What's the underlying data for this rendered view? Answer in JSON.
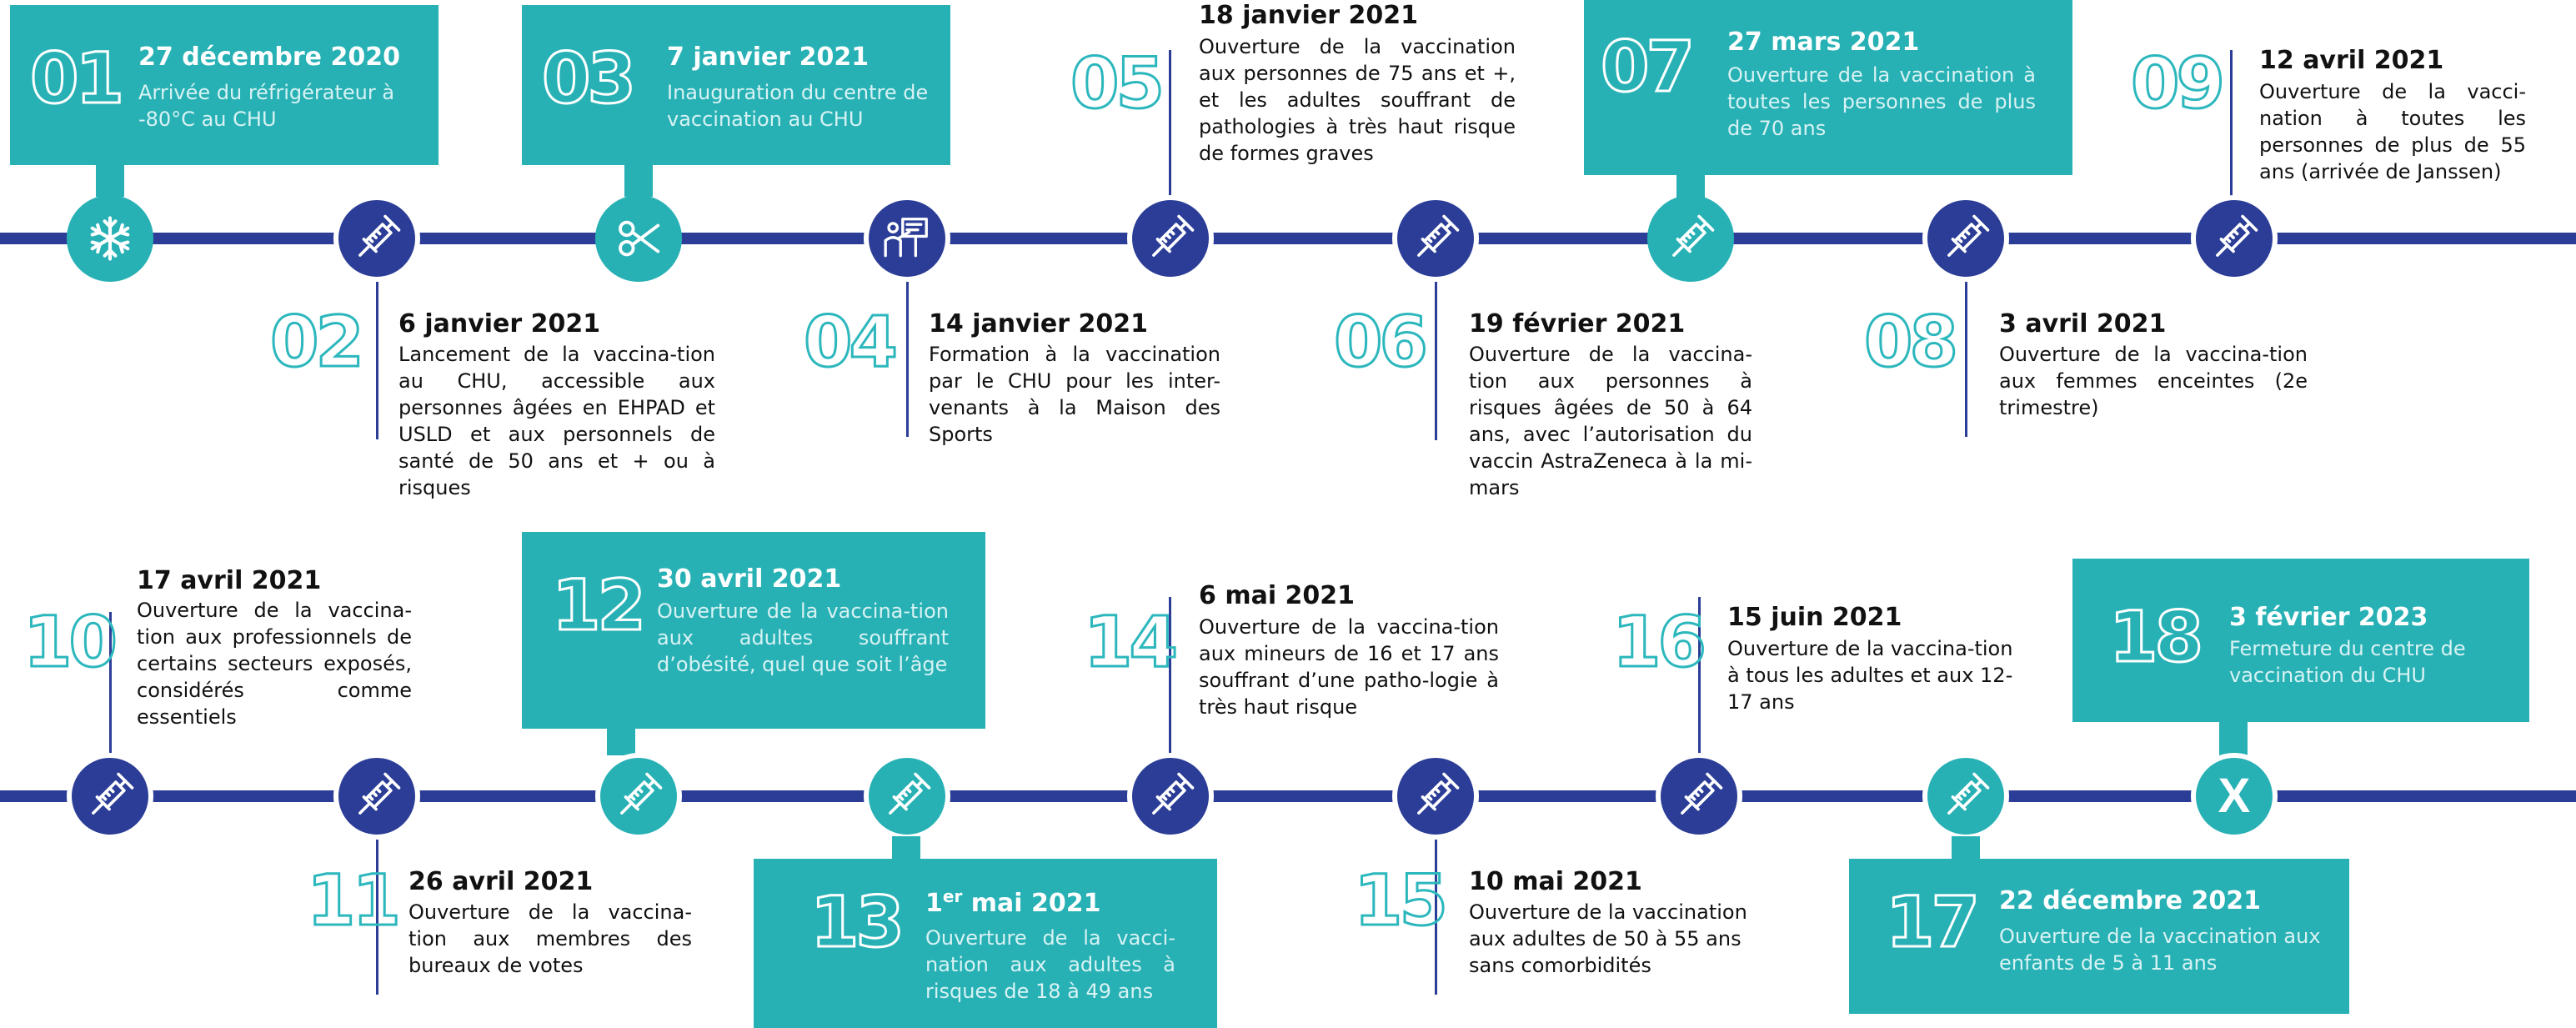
{
  "colors": {
    "navy": "#2b3d96",
    "teal": "#27b1b5",
    "white": "#ffffff",
    "text": "#111111"
  },
  "events": [
    {
      "number": "01",
      "date": "27 décembre 2020",
      "desc": "Arrivée du réfrigérateur à -80°C au CHU",
      "icon": "snowflake-icon",
      "style": "teal-box"
    },
    {
      "number": "02",
      "date": "6 janvier 2021",
      "desc": "Lancement de la vaccina-tion au CHU, accessible aux personnes âgées en EHPAD et USLD et aux personnels de santé de 50 ans et + ou à risques",
      "icon": "syringe-icon",
      "style": "navy"
    },
    {
      "number": "03",
      "date": "7 janvier 2021",
      "desc": "Inauguration du centre de vaccination au CHU",
      "icon": "scissors-icon",
      "style": "teal-box"
    },
    {
      "number": "04",
      "date": "14 janvier 2021",
      "desc": "Formation à la vaccination par le CHU pour les inter-venants à la Maison des Sports",
      "icon": "presentation-icon",
      "style": "navy"
    },
    {
      "number": "05",
      "date": "18 janvier 2021",
      "desc": "Ouverture de la vaccination aux personnes de 75 ans et +, et les adultes souffrant de pathologies à très haut risque de formes graves",
      "icon": "syringe-icon",
      "style": "navy"
    },
    {
      "number": "06",
      "date": "19 février 2021",
      "desc": "Ouverture de la vaccina-tion aux personnes à risques âgées de 50 à 64 ans, avec l’autorisation du vaccin AstraZeneca à la mi-mars",
      "icon": "syringe-icon",
      "style": "navy"
    },
    {
      "number": "07",
      "date": "27 mars 2021",
      "desc": "Ouverture de la vaccination à toutes les personnes de plus de 70 ans",
      "icon": "syringe-icon",
      "style": "teal-box"
    },
    {
      "number": "08",
      "date": "3 avril 2021",
      "desc": "Ouverture de la vaccina-tion aux femmes enceintes (2e trimestre)",
      "icon": "syringe-icon",
      "style": "navy"
    },
    {
      "number": "09",
      "date": "12 avril 2021",
      "desc": "Ouverture de la vacci-nation à toutes les personnes de plus de 55 ans (arrivée de Janssen)",
      "icon": "syringe-icon",
      "style": "navy"
    },
    {
      "number": "10",
      "date": "17 avril 2021",
      "desc": "Ouverture de la vaccina-tion aux professionnels de certains secteurs exposés, considérés comme essentiels",
      "icon": "syringe-icon",
      "style": "navy"
    },
    {
      "number": "11",
      "date": "26 avril 2021",
      "desc": "Ouverture de la vaccina-tion aux membres des bureaux de votes",
      "icon": "syringe-icon",
      "style": "navy"
    },
    {
      "number": "12",
      "date": "30 avril 2021",
      "desc": "Ouverture de la vaccina-tion aux adultes souffrant d’obésité, quel que soit l’âge",
      "icon": "syringe-icon",
      "style": "teal-box"
    },
    {
      "number": "13",
      "date": "1",
      "date_sup": "er",
      "date_rest": " mai 2021",
      "desc": "Ouverture de la vacci-nation aux adultes à risques de 18 à 49 ans",
      "icon": "syringe-icon",
      "style": "teal-box"
    },
    {
      "number": "14",
      "date": "6 mai 2021",
      "desc": "Ouverture de la vaccina-tion aux mineurs de 16 et 17 ans souffrant d’une patho-logie à très haut risque",
      "icon": "syringe-icon",
      "style": "navy"
    },
    {
      "number": "15",
      "date": "10 mai 2021",
      "desc": "Ouverture de la vaccination aux adultes de 50 à 55 ans sans comorbidités",
      "icon": "syringe-icon",
      "style": "navy"
    },
    {
      "number": "16",
      "date": "15 juin 2021",
      "desc": "Ouverture de la vaccina-tion à tous les adultes et aux 12-17 ans",
      "icon": "syringe-icon",
      "style": "navy"
    },
    {
      "number": "17",
      "date": "22 décembre 2021",
      "desc": "Ouverture de la vaccination aux enfants de 5 à 11 ans",
      "icon": "syringe-icon",
      "style": "teal-box"
    },
    {
      "number": "18",
      "date": "3 février 2023",
      "desc": "Fermeture du centre de vaccination du CHU",
      "icon": "x-mark-icon",
      "icon_text": "X",
      "style": "teal-box"
    }
  ]
}
